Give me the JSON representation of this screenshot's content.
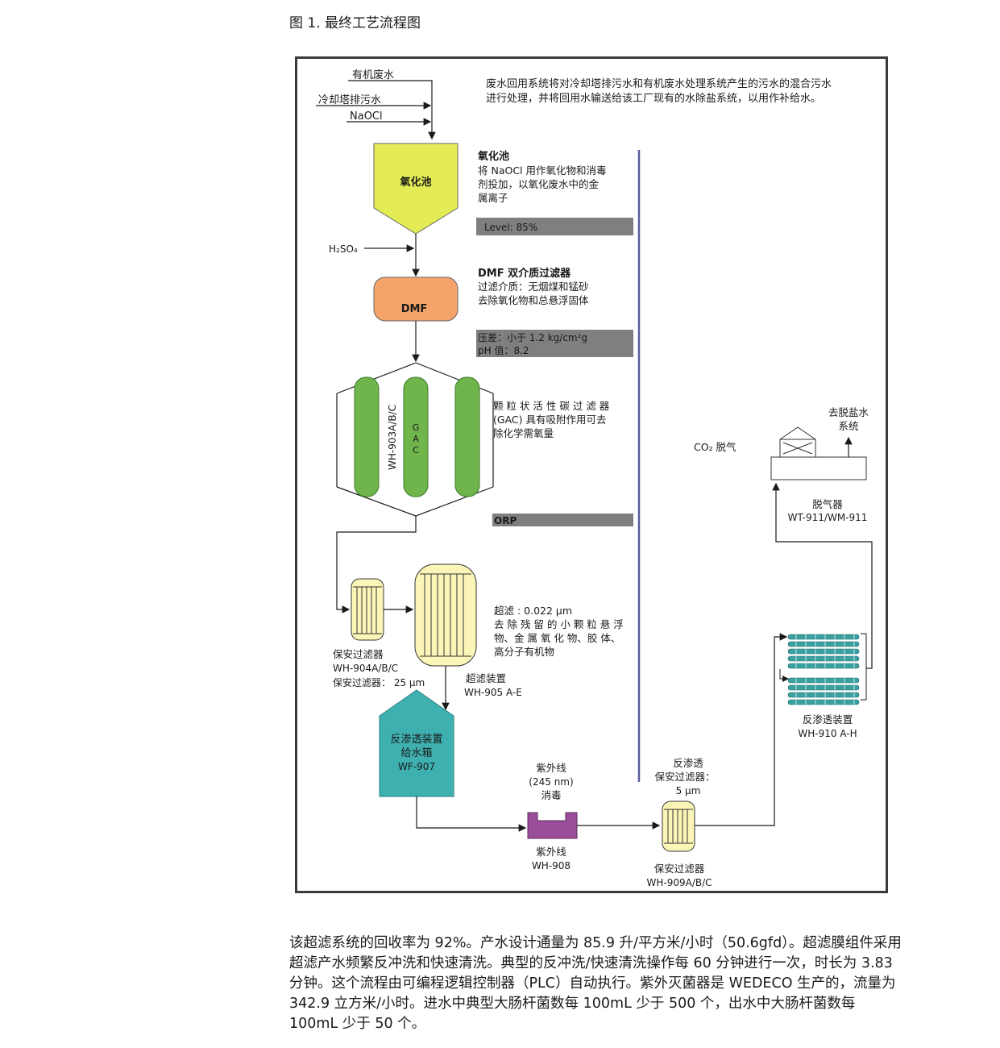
{
  "caption": "图 1. 最终工艺流程图",
  "intro": [
    "废水回用系统将对冷却塔排污水和有机废水处理系统产生的污水的混合污水",
    "进行处理，并将回用水输送给该工厂现有的水除盐系统，以用作补给水。"
  ],
  "inputs": {
    "organic": "有机废水",
    "cooling": "冷却塔排污水",
    "naocl": "NaOCl",
    "h2so4": "H₂SO₄"
  },
  "oxidation": {
    "label": "氧化池",
    "title": "氧化池",
    "desc": [
      "将 NaOCl 用作氧化物和消毒",
      "剂投加，以氧化废水中的金",
      "属离子"
    ],
    "level": "Level: 85%"
  },
  "dmf": {
    "label": "DMF",
    "title": "DMF 双介质过滤器",
    "desc": [
      "过滤介质：无烟煤和锰砂",
      "去除氧化物和总悬浮固体"
    ],
    "status": [
      "压差：小于 1.2 kg/cm²g",
      "pH 值：8.2"
    ]
  },
  "gac": {
    "tag": "WH-903A/B/C",
    "label": "GAC",
    "desc": [
      "颗 粒 状 活 性 碳 过 滤 器",
      "(GAC) 具有吸附作用可去",
      "除化学需氧量"
    ],
    "orp": "ORP"
  },
  "cartridge1": {
    "lines": [
      "保安过滤器",
      "WH-904A/B/C",
      "保安过滤器：  25 μm"
    ]
  },
  "uf": {
    "desc": [
      "超滤 : 0.022 μm",
      "去 除 残 留 的 小 颗 粒 悬 浮",
      "物、金 属 氧 化 物、胶 体、",
      "高分子有机物"
    ],
    "lines": [
      "超滤装置",
      "WH-905 A-E"
    ]
  },
  "ro_tank": {
    "lines": [
      "反渗透装置",
      "给水箱",
      "WF-907"
    ]
  },
  "uv": {
    "top": [
      "紫外线",
      "(245 nm)",
      "消毒"
    ],
    "bottom": [
      "紫外线",
      "WH-908"
    ]
  },
  "cartridge2": {
    "top": [
      "反渗透",
      "保安过滤器：",
      "5 μm"
    ],
    "bottom": [
      "保安过滤器",
      "WH-909A/B/C"
    ]
  },
  "ro": {
    "lines": [
      "反渗透装置",
      "WH-910 A-H"
    ]
  },
  "degas": {
    "co2": "CO₂ 脱气",
    "out": [
      "去脱盐水",
      "系统"
    ],
    "lines": [
      "脱气器",
      "WT-911/WM-911"
    ]
  },
  "body": "该超滤系统的回收率为 92%。产水设计通量为 85.9 升/平方米/小时（50.6gfd）。超滤膜组件采用超滤产水频繁反冲洗和快速清洗。典型的反冲洗/快速清洗操作每 60 分钟进行一次，时长为 3.83 分钟。这个流程由可编程逻辑控制器（PLC）自动执行。紫外灭菌器是 WEDECO 生产的，流量为 342.9 立方米/小时。进水中典型大肠杆菌数每 100mL 少于 500 个，出水中大肠杆菌数每 100mL 少于 50 个。",
  "colors": {
    "oxidation": "#e4ec55",
    "dmf": "#f4a46a",
    "gac": "#6fb54c",
    "filter": "#fbf6b8",
    "ro_tank": "#3fb0b0",
    "uv": "#9a4e9a",
    "ro_tube": "#3aa0a0",
    "status_bar": "#7f7f7f",
    "divider": "#5a5a9a"
  }
}
